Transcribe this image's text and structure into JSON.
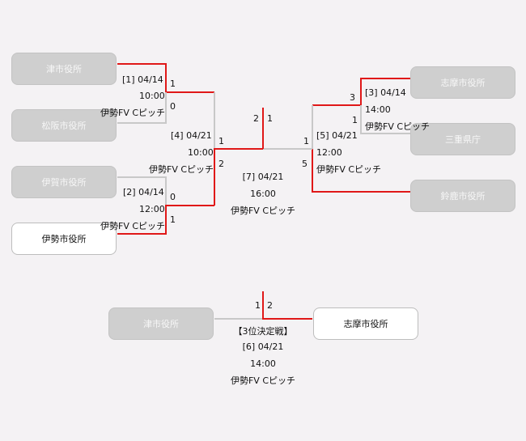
{
  "teams": {
    "tsu": "津市役所",
    "matsusaka": "松阪市役所",
    "iga": "伊賀市役所",
    "ise": "伊勢市役所",
    "shima": "志摩市役所",
    "mie": "三重県庁",
    "suzuka": "鈴鹿市役所",
    "third_left": "津市役所",
    "third_right": "志摩市役所"
  },
  "matches": {
    "m1": {
      "no_date": "[1] 04/14",
      "time": "10:00",
      "venue": "伊勢FV Cピッチ",
      "score_top": "1",
      "score_bottom": "0"
    },
    "m2": {
      "no_date": "[2] 04/14",
      "time": "12:00",
      "venue": "伊勢FV Cピッチ",
      "score_top": "0",
      "score_bottom": "1"
    },
    "m3": {
      "no_date": "[3] 04/14",
      "time": "14:00",
      "venue": "伊勢FV Cピッチ",
      "score_top": "3",
      "score_bottom": "1"
    },
    "m4": {
      "no_date": "[4] 04/21",
      "time": "10:00",
      "venue": "伊勢FV Cピッチ",
      "score_top": "1",
      "score_bottom": "2"
    },
    "m5": {
      "no_date": "[5] 04/21",
      "time": "12:00",
      "venue": "伊勢FV Cピッチ",
      "score_top": "1",
      "score_bottom": "5"
    },
    "m7": {
      "no_date": "[7] 04/21",
      "time": "16:00",
      "venue": "伊勢FV Cピッチ",
      "score_left": "2",
      "score_right": "1"
    },
    "m6": {
      "title": "【3位決定戦】",
      "no_date": "[6] 04/21",
      "time": "14:00",
      "venue": "伊勢FV Cピッチ",
      "score_left": "1",
      "score_right": "2"
    }
  },
  "colors": {
    "winner_line": "#e01818",
    "loser_line": "#c8c8c8"
  }
}
